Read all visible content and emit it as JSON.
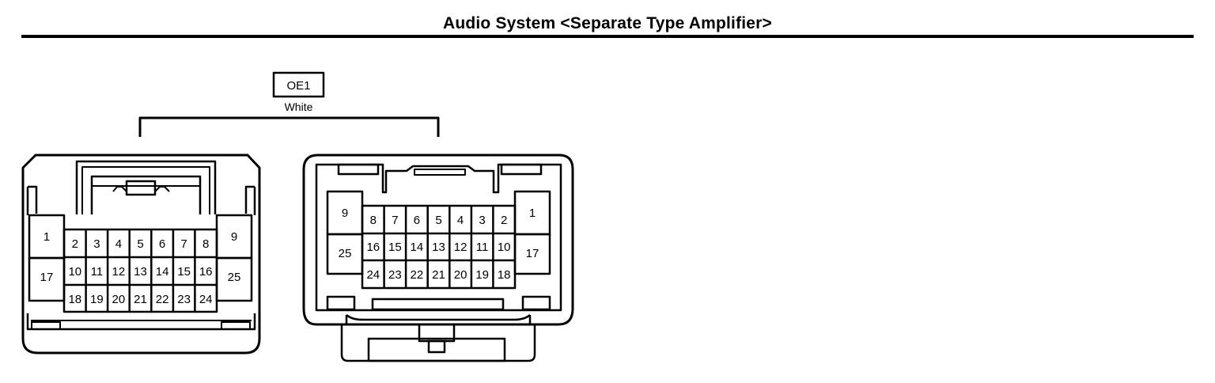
{
  "header": {
    "title": "Audio System <Separate Type Amplifier>"
  },
  "connector": {
    "code": "OE1",
    "color": "White",
    "left_view": {
      "row1": [
        "2",
        "3",
        "4",
        "5",
        "6",
        "7",
        "8"
      ],
      "row2": [
        "10",
        "11",
        "12",
        "13",
        "14",
        "15",
        "16"
      ],
      "row3": [
        "18",
        "19",
        "20",
        "21",
        "22",
        "23",
        "24"
      ],
      "left_top": "1",
      "left_bottom": "17",
      "right_top": "9",
      "right_bottom": "25"
    },
    "right_view": {
      "row1": [
        "8",
        "7",
        "6",
        "5",
        "4",
        "3",
        "2"
      ],
      "row2": [
        "16",
        "15",
        "14",
        "13",
        "12",
        "11",
        "10"
      ],
      "row3": [
        "24",
        "23",
        "22",
        "21",
        "20",
        "19",
        "18"
      ],
      "left_top": "9",
      "left_bottom": "25",
      "right_top": "1",
      "right_bottom": "17"
    }
  }
}
